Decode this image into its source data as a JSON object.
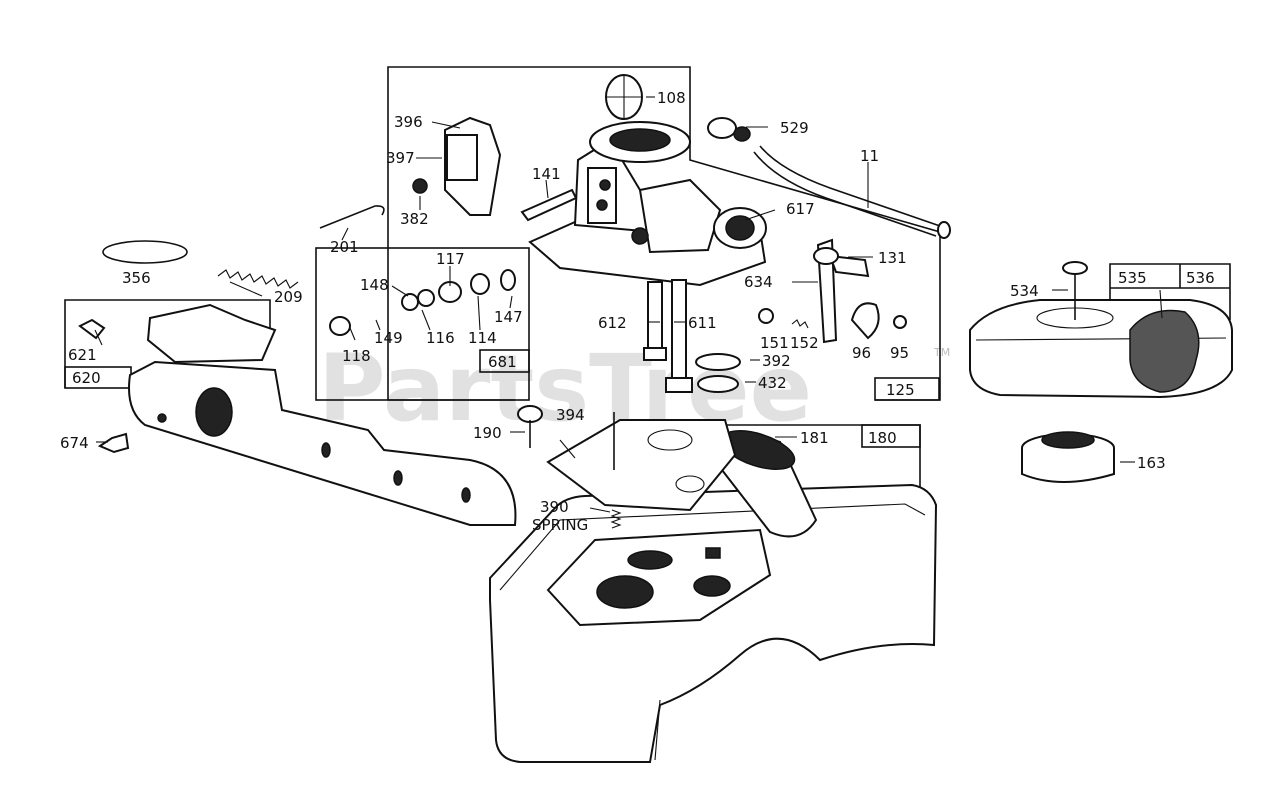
{
  "watermark": {
    "text": "PartsTree",
    "tm": "TM"
  },
  "labels": {
    "l108": "108",
    "l529": "529",
    "l396": "396",
    "l397": "397",
    "l141": "141",
    "l382": "382",
    "l617": "617",
    "l11": "11",
    "l201": "201",
    "l131": "131",
    "l356": "356",
    "l209": "209",
    "l117": "117",
    "l148": "148",
    "l634": "634",
    "l534": "534",
    "l535": "535",
    "l536": "536",
    "l151": "151",
    "l152": "152",
    "l612": "612",
    "l611": "611",
    "l147": "147",
    "l149": "149",
    "l116": "116",
    "l114": "114",
    "l118": "118",
    "l681": "681",
    "l96": "96",
    "l95": "95",
    "l621": "621",
    "l620": "620",
    "l392": "392",
    "l432": "432",
    "l125": "125",
    "l394": "394",
    "l190": "190",
    "l181": "181",
    "l180": "180",
    "l674": "674",
    "l163": "163",
    "l390": "390",
    "lspring": "SPRING"
  }
}
